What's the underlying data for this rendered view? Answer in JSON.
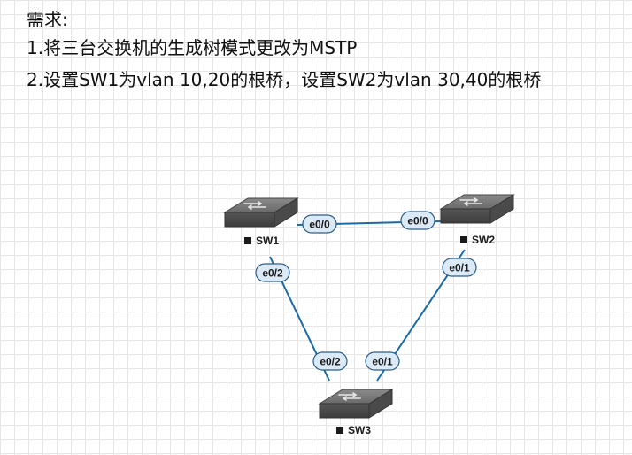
{
  "requirements": {
    "title": "需求:",
    "items": [
      "1.将三台交换机的生成树模式更改为MSTP",
      "2.设置SW1为vlan 10,20的根桥，设置SW2为vlan 30,40的根桥"
    ]
  },
  "topology": {
    "switches": [
      {
        "id": "sw1",
        "label": "SW1"
      },
      {
        "id": "sw2",
        "label": "SW2"
      },
      {
        "id": "sw3",
        "label": "SW3"
      }
    ],
    "links": [
      {
        "a": "sw1",
        "a_port": "e0/0",
        "b": "sw2",
        "b_port": "e0/0"
      },
      {
        "a": "sw1",
        "a_port": "e0/2",
        "b": "sw3",
        "b_port": "e0/2"
      },
      {
        "a": "sw2",
        "a_port": "e0/1",
        "b": "sw3",
        "b_port": "e0/1"
      }
    ],
    "colors": {
      "link": "#1b6aa5",
      "port_fill": "#dceaf7",
      "port_stroke": "#2a5e8c",
      "switch": "#5e5e5e"
    }
  }
}
